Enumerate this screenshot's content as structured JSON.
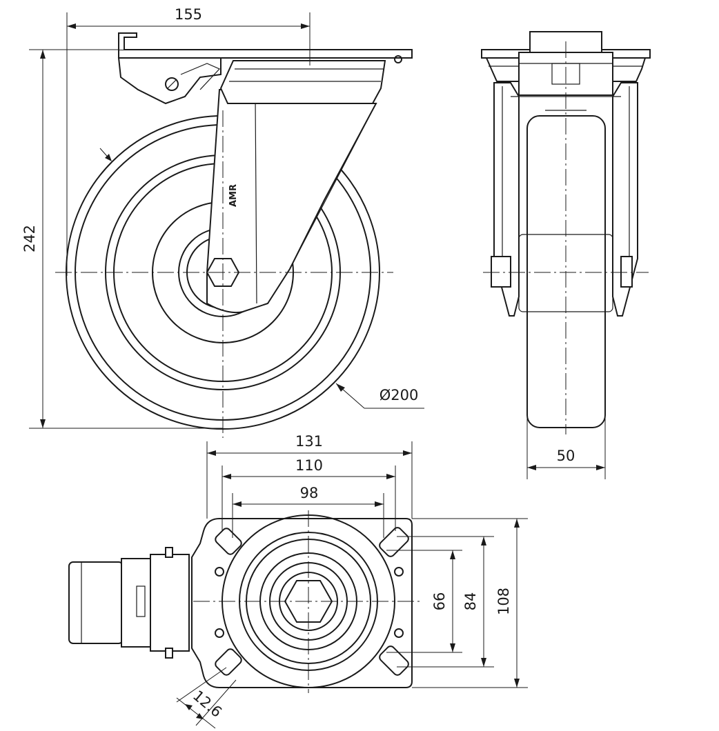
{
  "drawing": {
    "subject": "swivel caster with brake",
    "dimensions": {
      "overall_length": "155",
      "overall_height": "242",
      "wheel_diameter": "Ø200",
      "wheel_width": "50",
      "plate_length": "131",
      "bolt_spacing_long_outer": "110",
      "bolt_spacing_long_inner": "98",
      "bolt_spacing_short_inner": "66",
      "bolt_spacing_short_outer": "84",
      "plate_width": "108",
      "bolt_hole": "12.6"
    },
    "logo_text": "AMR"
  }
}
